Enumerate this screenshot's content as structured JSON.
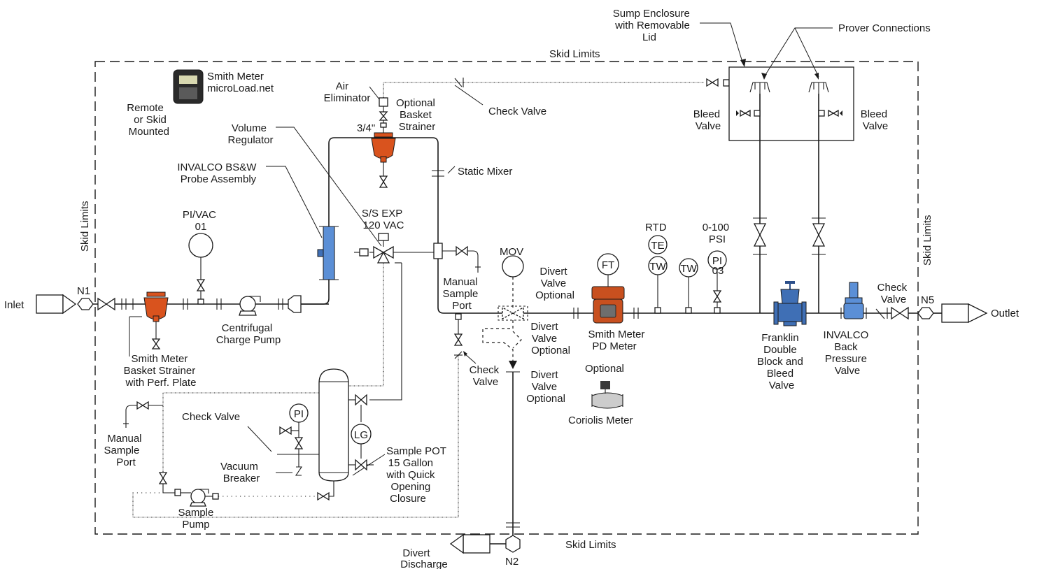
{
  "labels": {
    "skid_limits_top": "Skid Limits",
    "skid_limits_bottom": "Skid Limits",
    "skid_limits_left": "Skid Limits",
    "skid_limits_right": "Skid Limits",
    "inlet": "Inlet",
    "outlet": "Outlet",
    "n1": "N1",
    "n2": "N2",
    "n5": "N5",
    "divert_discharge": [
      "Divert",
      "Discharge"
    ],
    "smith_meter_microload": [
      "Smith Meter",
      "microLoad.net"
    ],
    "remote_or_skid": [
      "Remote",
      "or Skid",
      "Mounted"
    ],
    "air_eliminator": [
      "Air",
      "Eliminator"
    ],
    "optional_basket_strainer": [
      "Optional",
      "Basket",
      "Strainer"
    ],
    "three_quarter": "3/4\"",
    "check_valve_top": "Check Valve",
    "sump_enclosure": [
      "Sump Enclosure",
      "with Removable",
      "Lid"
    ],
    "prover_connections": "Prover Connections",
    "bleed_valve_left": [
      "Bleed",
      "Valve"
    ],
    "bleed_valve_right": [
      "Bleed",
      "Valve"
    ],
    "volume_regulator": [
      "Volume",
      "Regulator"
    ],
    "invalco_probe": [
      "INVALCO BS&W",
      "Probe Assembly"
    ],
    "static_mixer": "Static Mixer",
    "pi_vac": [
      "PI/VAC",
      "01"
    ],
    "ss_exp": [
      "S/S EXP",
      "120 VAC"
    ],
    "rtd": "RTD",
    "te": "TE",
    "tw1": "TW",
    "tw2": "TW",
    "pressure_range": [
      "0-100",
      "PSI"
    ],
    "pi03_top": "PI",
    "pi03_bottom": "03",
    "mov": "MOV",
    "ft": "FT",
    "divert_valve_optional_1": [
      "Divert",
      "Valve",
      "Optional"
    ],
    "divert_valve_optional_2": [
      "Divert",
      "Valve",
      "Optional"
    ],
    "divert_valve_optional_3": [
      "Divert",
      "Valve",
      "Optional"
    ],
    "manual_sample_port_mid": [
      "Manual",
      "Sample",
      "Port"
    ],
    "check_valve_mid": [
      "Check",
      "Valve"
    ],
    "smith_meter_basket": [
      "Smith Meter",
      "Basket Strainer",
      "with Perf. Plate"
    ],
    "centrifugal_pump": [
      "Centrifugal",
      "Charge Pump"
    ],
    "smith_pd_meter": [
      "Smith Meter",
      "PD Meter"
    ],
    "optional": "Optional",
    "coriolis": "Coriolis Meter",
    "franklin": [
      "Franklin",
      "Double",
      "Block and",
      "Bleed",
      "Valve"
    ],
    "invalco_bpv": [
      "INVALCO",
      "Back",
      "Pressure",
      "Valve"
    ],
    "check_valve_right": [
      "Check",
      "Valve"
    ],
    "manual_sample_port_left": [
      "Manual",
      "Sample",
      "Port"
    ],
    "check_valve_left": "Check Valve",
    "vacuum_breaker": [
      "Vacuum",
      "Breaker"
    ],
    "pi_small": "PI",
    "lg": "LG",
    "sample_pot": [
      "Sample POT",
      "15 Gallon",
      "with Quick",
      "Opening",
      "Closure"
    ],
    "sample_pump": [
      "Sample",
      "Pump"
    ]
  },
  "colors": {
    "line": "#1a1a1a",
    "strainer_orange": "#d9531e",
    "meter_orange": "#c8501f",
    "valve_blue": "#3f6fb5",
    "probe_blue": "#5b8fd6"
  }
}
